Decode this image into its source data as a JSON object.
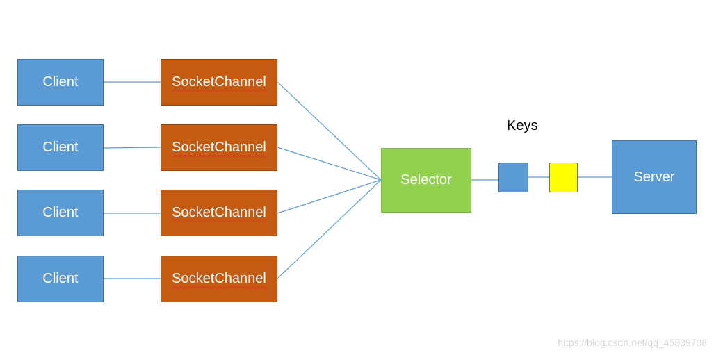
{
  "clients": [
    {
      "label": "Client"
    },
    {
      "label": "Client"
    },
    {
      "label": "Client"
    },
    {
      "label": "Client"
    }
  ],
  "channels": [
    {
      "label": "SocketChannel"
    },
    {
      "label": "SocketChannel"
    },
    {
      "label": "SocketChannel"
    },
    {
      "label": "SocketChannel"
    }
  ],
  "selector": {
    "label": "Selector"
  },
  "keys": {
    "label": "Keys"
  },
  "server": {
    "label": "Server"
  },
  "watermark": "https://blog.csdn.net/qq_45839708",
  "colors": {
    "client": "#5b9bd5",
    "channel": "#c55a11",
    "selector": "#92d050",
    "key_blue": "#5b9bd5",
    "key_yellow": "#ffff00",
    "server": "#5b9bd5",
    "connector": "#5b9bd5"
  }
}
